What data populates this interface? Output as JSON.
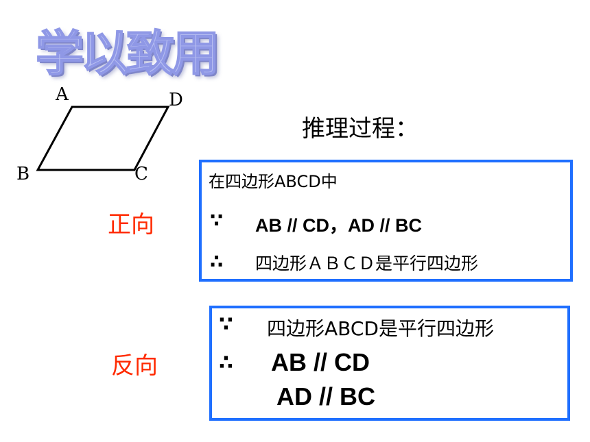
{
  "title": "学以致用",
  "diagram": {
    "vertex_a": "A",
    "vertex_b": "B",
    "vertex_c": "C",
    "vertex_d": "D"
  },
  "subtitle": "推理过程：",
  "forward": {
    "label": "正向",
    "line1": "在四边形ABCD中",
    "because_symbol": "∵",
    "line2": "AB // CD，AD // BC",
    "therefore_symbol": "∴",
    "line3": "四边形ＡＢＣＤ是平行四边形"
  },
  "reverse": {
    "label": "反向",
    "because_symbol": "∵",
    "line1": "四边形ABCD是平行四边形",
    "therefore_symbol": "∴",
    "line2": "AB // CD",
    "line3": "AD // BC"
  },
  "colors": {
    "title": "#b8bff2",
    "direction_label": "#ff2a00",
    "box_border": "#1f6fff"
  }
}
